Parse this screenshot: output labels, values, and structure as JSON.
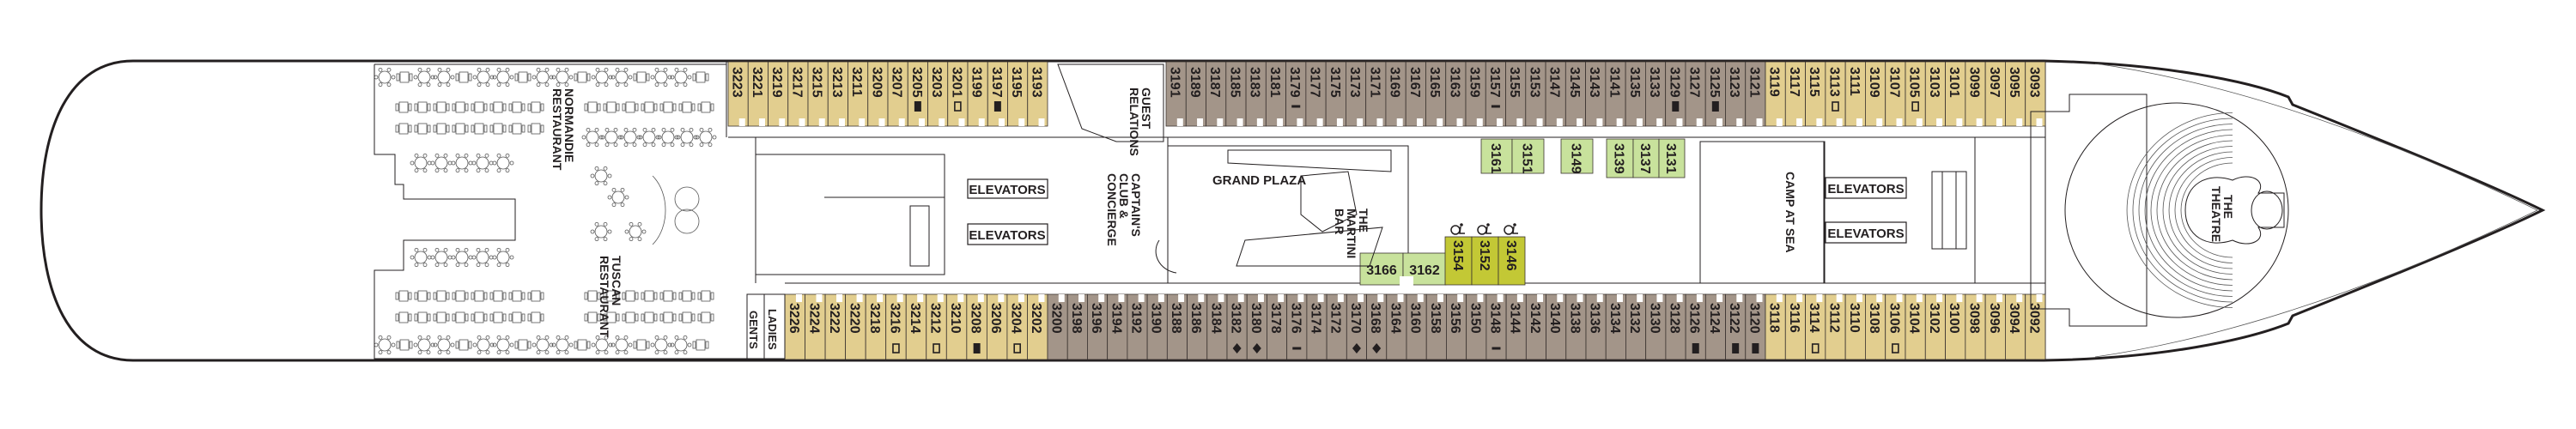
{
  "colors": {
    "cabin_tan": "#e2ce8f",
    "cabin_brown": "#a39589",
    "cabin_light_green": "#c8e29c",
    "cabin_accessible_green": "#c3c835",
    "hull_line": "#231f20"
  },
  "venues": {
    "normandie": [
      "NORMANDIE",
      "RESTAURANT"
    ],
    "tuscan": [
      "TUSCAN",
      "RESTAURANT"
    ],
    "gents": "GENTS",
    "ladies": "LADIES",
    "guest_relations": [
      "GUEST",
      "RELATIONS"
    ],
    "captains_club": [
      "CAPTAIN'S",
      "CLUB &",
      "CONCIERGE"
    ],
    "elevators": "ELEVATORS",
    "grand_plaza": "GRAND PLAZA",
    "martini_bar": [
      "THE",
      "MARTINI",
      "BAR"
    ],
    "camp_at_sea": "CAMP AT SEA",
    "theatre": [
      "THE",
      "THEATRE"
    ]
  },
  "cabins": {
    "top_aft": {
      "color": "tan",
      "items": [
        {
          "n": "3223"
        },
        {
          "n": "3221"
        },
        {
          "n": "3219"
        },
        {
          "n": "3217"
        },
        {
          "n": "3215"
        },
        {
          "n": "3213"
        },
        {
          "n": "3211"
        },
        {
          "n": "3209"
        },
        {
          "n": "3207"
        },
        {
          "n": "3205",
          "marker": "filled-square"
        },
        {
          "n": "3203"
        },
        {
          "n": "3201",
          "marker": "open-square"
        },
        {
          "n": "3199"
        },
        {
          "n": "3197",
          "marker": "filled-square"
        },
        {
          "n": "3195"
        },
        {
          "n": "3193"
        }
      ]
    },
    "top_mid": {
      "color": "brown",
      "items": [
        {
          "n": "3191"
        },
        {
          "n": "3189"
        },
        {
          "n": "3187"
        },
        {
          "n": "3185"
        },
        {
          "n": "3183"
        },
        {
          "n": "3181"
        },
        {
          "n": "3179",
          "marker": "dash"
        },
        {
          "n": "3177"
        },
        {
          "n": "3175"
        },
        {
          "n": "3173"
        },
        {
          "n": "3171"
        },
        {
          "n": "3169"
        },
        {
          "n": "3167"
        },
        {
          "n": "3165"
        },
        {
          "n": "3163"
        },
        {
          "n": "3159"
        },
        {
          "n": "3157",
          "marker": "dash"
        },
        {
          "n": "3155"
        },
        {
          "n": "3153"
        },
        {
          "n": "3147"
        },
        {
          "n": "3145"
        },
        {
          "n": "3143"
        },
        {
          "n": "3141"
        },
        {
          "n": "3135"
        },
        {
          "n": "3133"
        },
        {
          "n": "3129",
          "marker": "filled-square"
        },
        {
          "n": "3127"
        },
        {
          "n": "3125",
          "marker": "filled-square"
        },
        {
          "n": "3123"
        },
        {
          "n": "3121"
        }
      ]
    },
    "top_fwd": {
      "color": "tan",
      "items": [
        {
          "n": "3119"
        },
        {
          "n": "3117"
        },
        {
          "n": "3115"
        },
        {
          "n": "3113",
          "marker": "open-square"
        },
        {
          "n": "3111"
        },
        {
          "n": "3109"
        },
        {
          "n": "3107"
        },
        {
          "n": "3105",
          "marker": "open-square"
        },
        {
          "n": "3103"
        },
        {
          "n": "3101"
        },
        {
          "n": "3099"
        },
        {
          "n": "3097"
        },
        {
          "n": "3095"
        },
        {
          "n": "3093"
        }
      ]
    },
    "bottom_aft": {
      "color": "tan",
      "items": [
        {
          "n": "3226"
        },
        {
          "n": "3224"
        },
        {
          "n": "3222"
        },
        {
          "n": "3220"
        },
        {
          "n": "3218"
        },
        {
          "n": "3216",
          "marker": "open-square"
        },
        {
          "n": "3214"
        },
        {
          "n": "3212",
          "marker": "open-square"
        },
        {
          "n": "3210"
        },
        {
          "n": "3208",
          "marker": "filled-square"
        },
        {
          "n": "3206"
        },
        {
          "n": "3204",
          "marker": "open-square"
        },
        {
          "n": "3202"
        }
      ]
    },
    "bottom_mid": {
      "color": "brown",
      "items": [
        {
          "n": "3200"
        },
        {
          "n": "3198"
        },
        {
          "n": "3196"
        },
        {
          "n": "3194"
        },
        {
          "n": "3192"
        },
        {
          "n": "3190"
        },
        {
          "n": "3188"
        },
        {
          "n": "3186"
        },
        {
          "n": "3184"
        },
        {
          "n": "3182",
          "marker": "diamond"
        },
        {
          "n": "3180",
          "marker": "diamond"
        },
        {
          "n": "3178"
        },
        {
          "n": "3176",
          "marker": "dash"
        },
        {
          "n": "3174"
        },
        {
          "n": "3172"
        },
        {
          "n": "3170",
          "marker": "diamond"
        },
        {
          "n": "3168",
          "marker": "diamond"
        },
        {
          "n": "3164"
        },
        {
          "n": "3160"
        },
        {
          "n": "3158"
        },
        {
          "n": "3156"
        },
        {
          "n": "3150"
        },
        {
          "n": "3148",
          "marker": "dash"
        },
        {
          "n": "3144"
        },
        {
          "n": "3142"
        },
        {
          "n": "3140"
        },
        {
          "n": "3138"
        },
        {
          "n": "3136"
        },
        {
          "n": "3134"
        },
        {
          "n": "3132"
        },
        {
          "n": "3130"
        },
        {
          "n": "3128"
        },
        {
          "n": "3126",
          "marker": "filled-square"
        },
        {
          "n": "3124"
        },
        {
          "n": "3122",
          "marker": "filled-square"
        },
        {
          "n": "3120",
          "marker": "filled-square"
        }
      ]
    },
    "bottom_fwd": {
      "color": "tan",
      "items": [
        {
          "n": "3118"
        },
        {
          "n": "3116"
        },
        {
          "n": "3114",
          "marker": "open-square"
        },
        {
          "n": "3112"
        },
        {
          "n": "3110"
        },
        {
          "n": "3108"
        },
        {
          "n": "3106",
          "marker": "open-square"
        },
        {
          "n": "3104"
        },
        {
          "n": "3102"
        },
        {
          "n": "3100"
        },
        {
          "n": "3098"
        },
        {
          "n": "3096"
        },
        {
          "n": "3094"
        },
        {
          "n": "3092"
        }
      ]
    },
    "inner_light_green": [
      {
        "n": "3161"
      },
      {
        "n": "3151"
      },
      {
        "n": "3149"
      },
      {
        "n": "3139"
      },
      {
        "n": "3137"
      },
      {
        "n": "3131"
      },
      {
        "n": "3166"
      },
      {
        "n": "3162"
      }
    ],
    "inner_accessible": [
      {
        "n": "3154",
        "icon": "wheelchair-icon"
      },
      {
        "n": "3152",
        "icon": "wheelchair-icon"
      },
      {
        "n": "3146",
        "icon": "wheelchair-icon"
      }
    ]
  }
}
